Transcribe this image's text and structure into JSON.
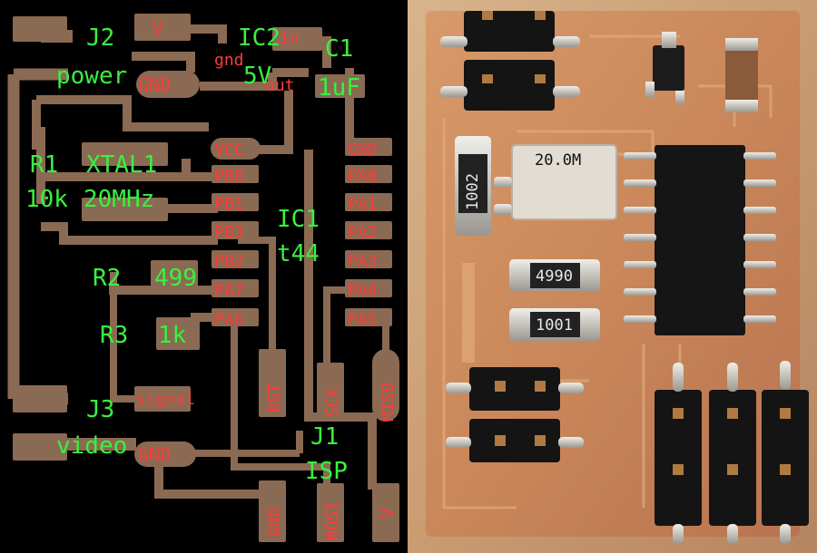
{
  "layout": {
    "components": {
      "j2": {
        "ref": "J2",
        "value": "power"
      },
      "ic2": {
        "ref": "IC2",
        "value": "5V"
      },
      "c1": {
        "ref": "C1",
        "value": "1uF"
      },
      "r1": {
        "ref": "R1",
        "value": "10k"
      },
      "xtal1": {
        "ref": "XTAL1",
        "value": "20MHz"
      },
      "ic1": {
        "ref": "IC1",
        "value": "t44"
      },
      "r2": {
        "ref": "R2",
        "value": "499"
      },
      "r3": {
        "ref": "R3",
        "value": "1k"
      },
      "j3": {
        "ref": "J3",
        "value": "video"
      },
      "j1": {
        "ref": "J1",
        "value": "ISP"
      }
    },
    "pins": {
      "top_v": "V",
      "ic2_in": "in",
      "ic2_gnd": "gnd",
      "ic2_out": "out",
      "j2_gnd": "GND",
      "ic1_left": [
        "VCC",
        "PB0",
        "PB1",
        "PB3",
        "PB2",
        "PA7",
        "PA6"
      ],
      "ic1_right": [
        "GND",
        "PA0",
        "PA1",
        "PA2",
        "PA3",
        "PA4",
        "PA5"
      ],
      "rst": "RST",
      "sck": "SCK",
      "miso": "MISO",
      "signal": "signal",
      "j3_gnd": "GND",
      "isp_gnd": "GND",
      "mosi": "MOSI",
      "isp_v": "V"
    }
  },
  "photo": {
    "markings": {
      "crystal": "20.0M",
      "r1": "1002",
      "r2": "4990",
      "r3": "1001"
    }
  }
}
